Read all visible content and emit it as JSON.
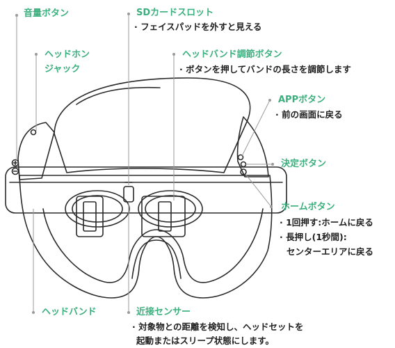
{
  "callouts": {
    "volume_button": {
      "label": "音量ボタン"
    },
    "sd_card_slot": {
      "label": "SDカードスロット",
      "desc": "· フェイスパッドを外すと見える"
    },
    "headphone_jack": {
      "label_line1": "ヘッドホン",
      "label_line2": "ジャック"
    },
    "headband_adjust_button": {
      "label": "ヘッドバンド調節ボタン",
      "desc": "· ボタンを押してバンドの長さを調節します"
    },
    "app_button": {
      "label": "APPボタン",
      "desc": "· 前の画面に戻る"
    },
    "confirm_button": {
      "label": "決定ボタン"
    },
    "home_button": {
      "label": "ホームボタン",
      "desc_line1": "· 1回押す:ホームに戻る",
      "desc_line2": "· 長押し(1秒間):",
      "desc_line3": "センターエリアに戻る"
    },
    "headband": {
      "label": "ヘッドバンド"
    },
    "proximity_sensor": {
      "label": "近接センサー",
      "desc_line1": "· 対象物との距離を検知し、ヘッドセットを",
      "desc_line2": "起動またはスリープ状態にします。"
    }
  },
  "colors": {
    "accent": "#3caf7e",
    "leader": "#9a9a9a",
    "outline": "#2a2a2a",
    "text": "#1f1f1f"
  }
}
